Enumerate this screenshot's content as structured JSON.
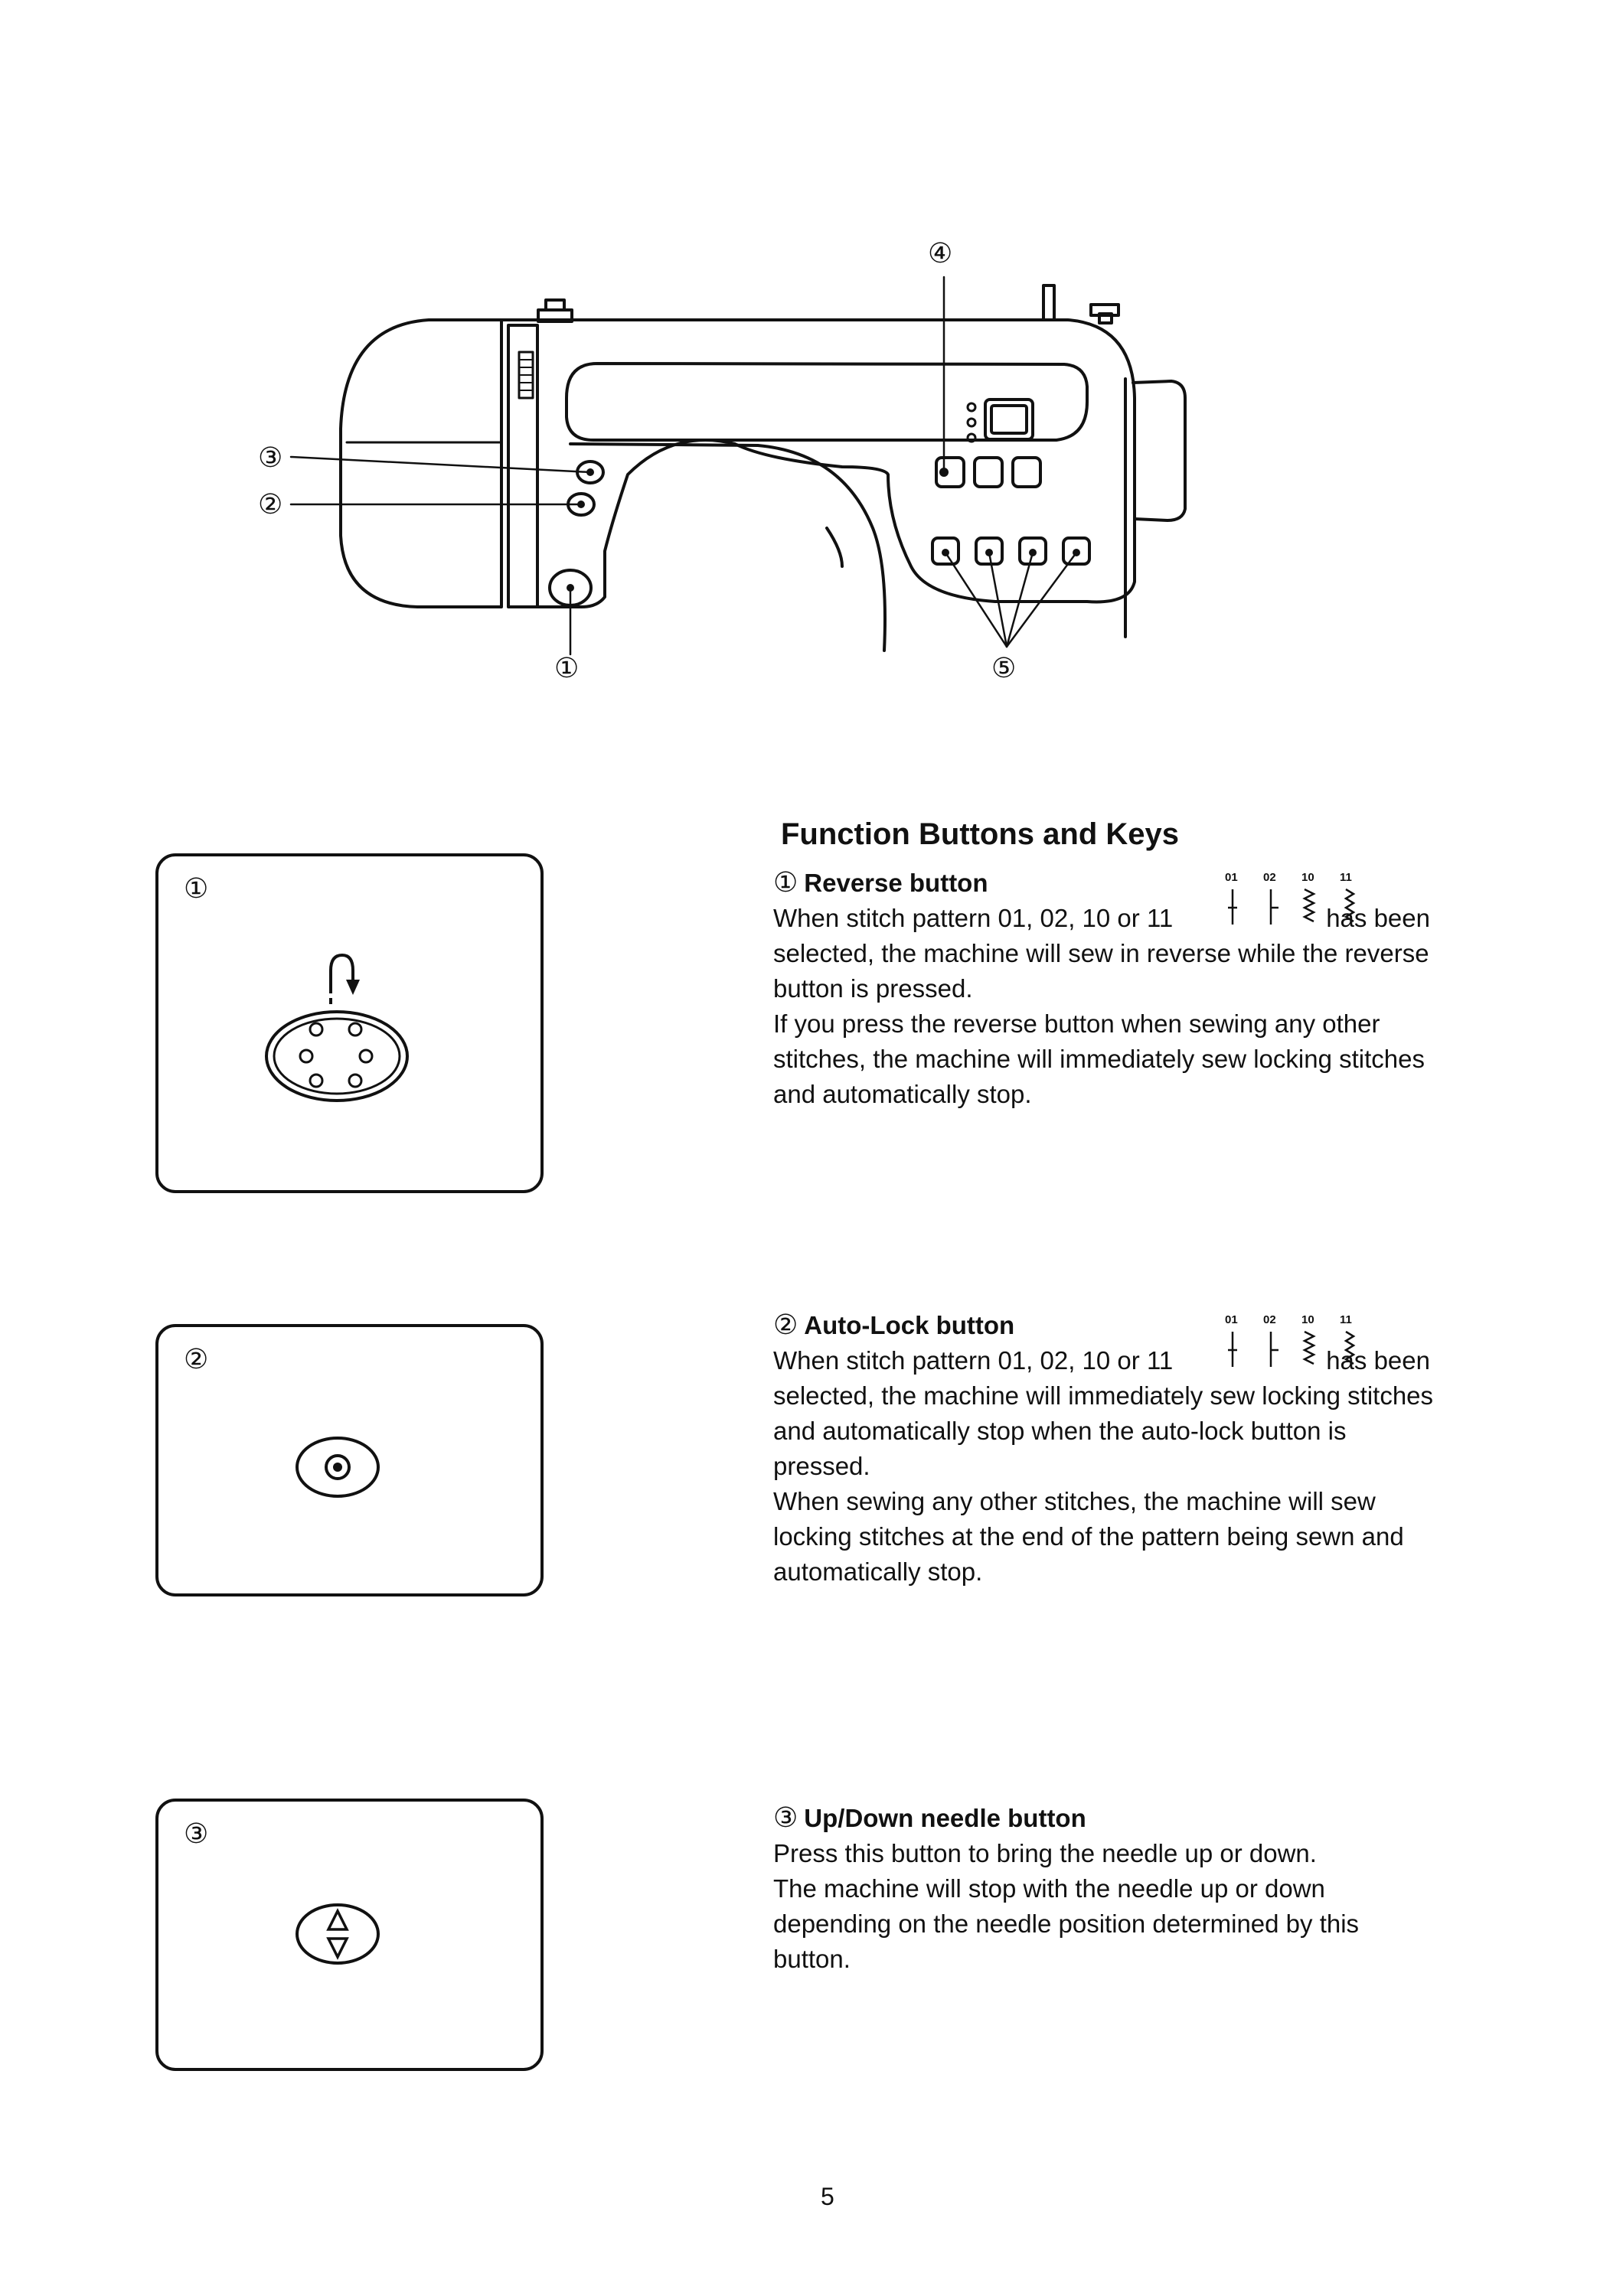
{
  "diagram": {
    "callouts": [
      "①",
      "②",
      "③",
      "④",
      "⑤"
    ]
  },
  "heading": "Function Buttons and Keys",
  "stitch_labels": [
    "01",
    "02",
    "10",
    "11"
  ],
  "sections": [
    {
      "num": "①",
      "title": "Reverse button",
      "line1_pre": "When stitch pattern 01, 02, 10 or 11",
      "line1_post": "has been",
      "rest": [
        "selected, the machine will sew in reverse while the reverse",
        "button is pressed.",
        "If you press the reverse button when sewing any other",
        "stitches, the machine will immediately sew locking stitches",
        "and automatically stop."
      ]
    },
    {
      "num": "②",
      "title": "Auto-Lock button",
      "line1_pre": "When stitch pattern 01, 02, 10 or 11",
      "line1_post": "has been",
      "rest": [
        "selected, the machine will immediately sew locking stitches",
        "and automatically stop when the auto-lock button is",
        "pressed.",
        "When sewing any other stitches, the machine will sew",
        "locking stitches at the end of the pattern being sewn and",
        "automatically stop."
      ]
    },
    {
      "num": "③",
      "title": "Up/Down needle button",
      "rest": [
        "Press this button to bring the needle up or down.",
        "The machine will stop with the needle up or down",
        "depending on the needle position determined by this",
        "button."
      ]
    }
  ],
  "page_number": "5"
}
